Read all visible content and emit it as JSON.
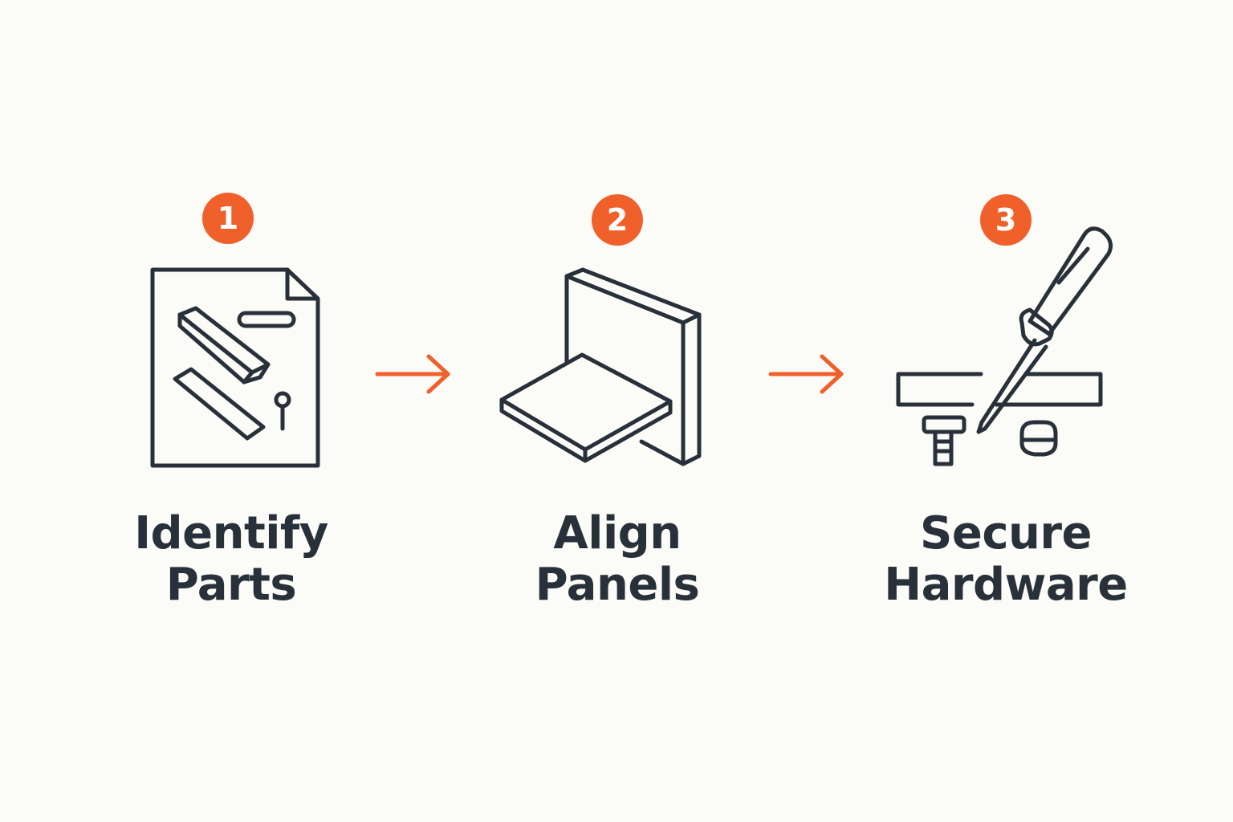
{
  "steps": [
    {
      "number": "1",
      "label_line1": "Identify",
      "label_line2": "Parts",
      "icon": "parts-sheet-icon"
    },
    {
      "number": "2",
      "label_line1": "Align",
      "label_line2": "Panels",
      "icon": "panels-icon"
    },
    {
      "number": "3",
      "label_line1": "Secure",
      "label_line2": "Hardware",
      "icon": "screwdriver-icon"
    }
  ],
  "colors": {
    "accent": "#f0602b",
    "ink": "#283039",
    "background": "#fbfbf8"
  }
}
